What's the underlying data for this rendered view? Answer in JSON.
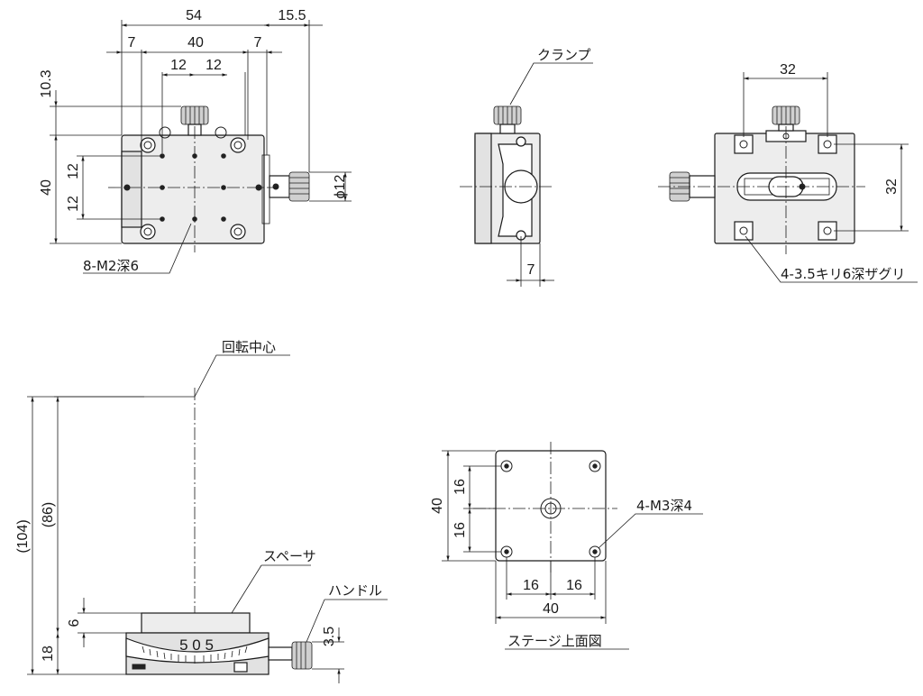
{
  "dimensions": {
    "top_view": {
      "overall_54": "54",
      "offset_15_5": "15.5",
      "left_7": "7",
      "center_40": "40",
      "right_7": "7",
      "half_12_left": "12",
      "half_12_right": "12",
      "height_10_3": "10.3",
      "height_40": "40",
      "v_12_upper": "12",
      "v_12_lower": "12",
      "phi_12": "ϕ12",
      "tap_label": "8-M2深6"
    },
    "side_view": {
      "clamp_label": "クランプ",
      "width_7": "7"
    },
    "bottom_view": {
      "width_32": "32",
      "height_32": "32",
      "counterbore_label": "4-3.5キリ6深ザグリ"
    },
    "front_view": {
      "rotation_center_label": "回転中心",
      "height_104": "(104)",
      "height_86": "(86)",
      "height_18": "18",
      "height_6": "6",
      "height_3_5": "3.5",
      "spacer_label": "スペーサ",
      "handle_label": "ハンドル",
      "scale_text": "5 0 5"
    },
    "stage_top": {
      "height_40": "40",
      "v_16_upper": "16",
      "v_16_lower": "16",
      "h_16_left": "16",
      "h_16_right": "16",
      "width_40": "40",
      "tap_label": "4-M3深4",
      "view_title": "ステージ上面図"
    }
  }
}
